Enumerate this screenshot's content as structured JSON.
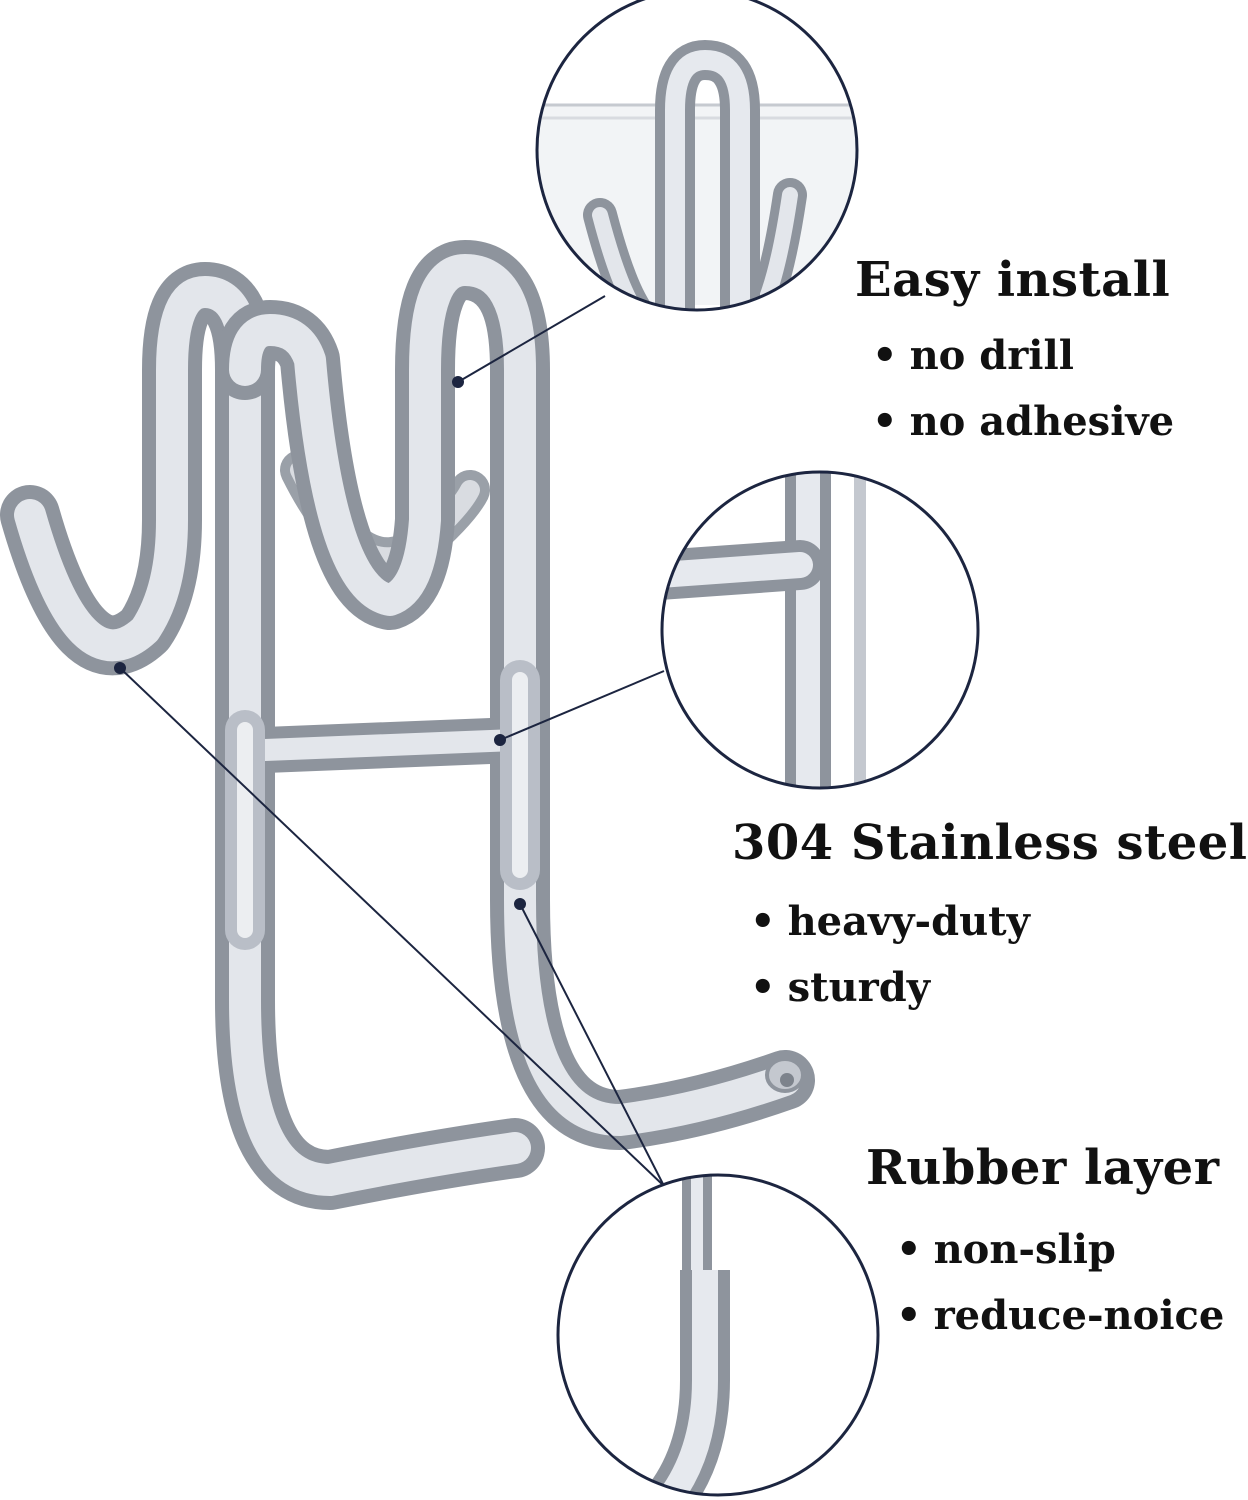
{
  "features": [
    {
      "title": "Easy install",
      "bullets": [
        "no drill",
        "no adhesive"
      ]
    },
    {
      "title": "304 Stainless steel",
      "bullets": [
        "heavy-duty",
        "sturdy"
      ]
    },
    {
      "title": "Rubber layer",
      "bullets": [
        "non-slip",
        "reduce-noice"
      ]
    }
  ],
  "bullet_symbol": "•",
  "colors": {
    "background": "#ffffff",
    "text": "#111111",
    "callout_line": "#1c2540",
    "steel_light": "#e6e9ee",
    "steel_mid": "#b9bec7",
    "steel_dark": "#8e949d"
  },
  "icons": [
    "shower-door-hook-illustration",
    "magnifier-callout"
  ]
}
